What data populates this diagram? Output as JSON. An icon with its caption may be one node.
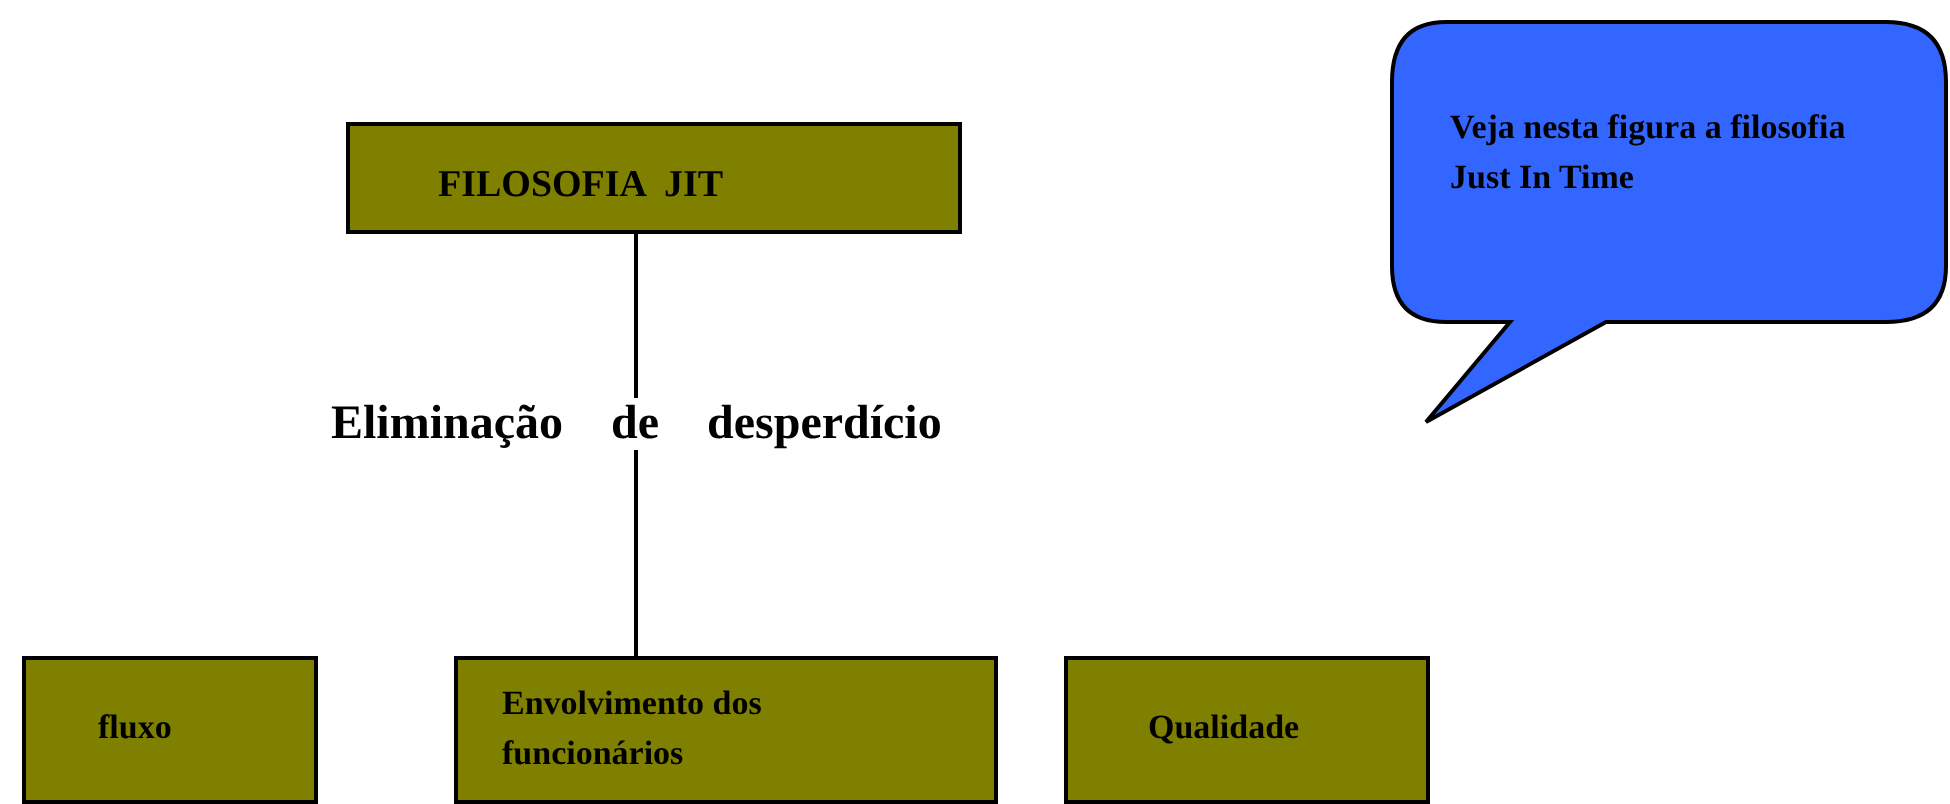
{
  "diagram": {
    "nodes": [
      {
        "text": [
          "FILOSOFIA  JIT"
        ]
      },
      {
        "text": [
          "fluxo"
        ]
      },
      {
        "text": [
          "Envolvimento dos funcionários"
        ]
      },
      {
        "text": [
          "Qualidade"
        ]
      },
      {
        "text": [
          "Veja nesta figura a filosofia Just In Time"
        ]
      }
    ],
    "edges": [
      {
        "from": 0,
        "to": 2,
        "arrow": "none",
        "label": "Eliminação    de    desperdício"
      }
    ]
  }
}
